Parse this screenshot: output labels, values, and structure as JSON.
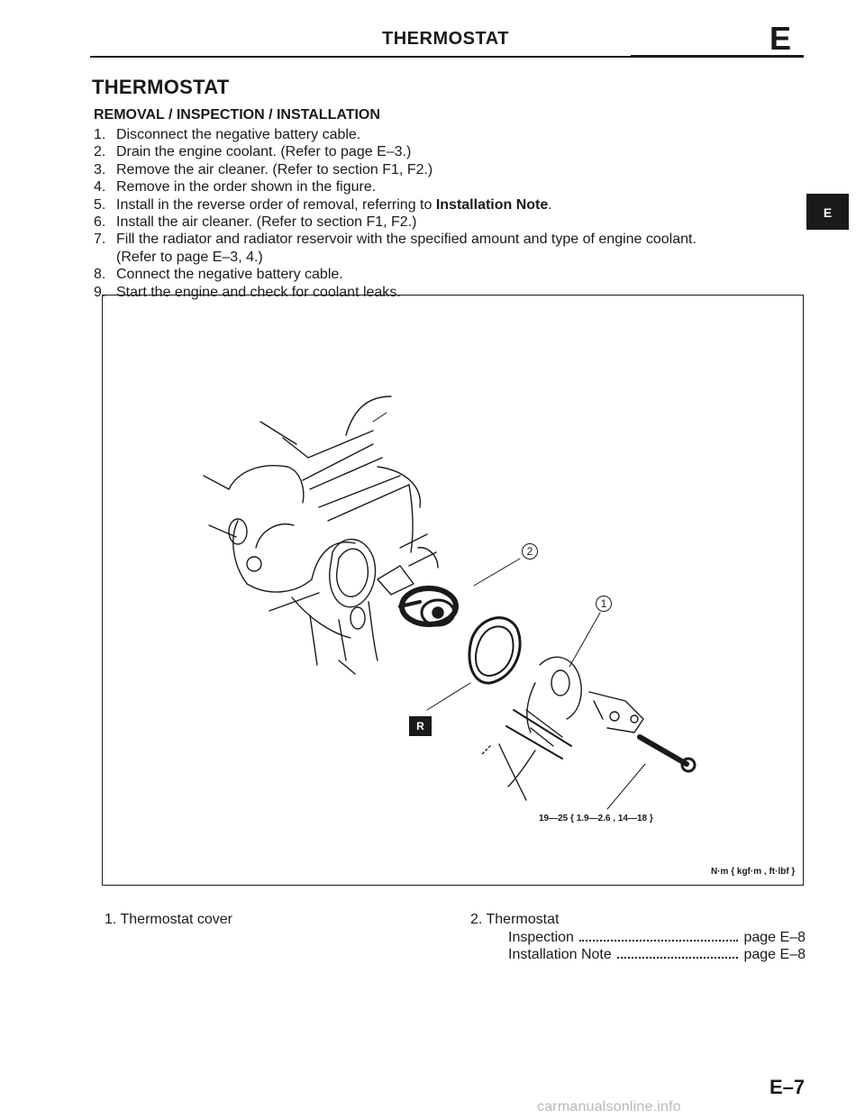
{
  "header": {
    "title": "THERMOSTAT",
    "section_letter": "E"
  },
  "main_title": "THERMOSTAT",
  "section_title": "REMOVAL / INSPECTION / INSTALLATION",
  "steps": [
    {
      "num": "1.",
      "text": "Disconnect the negative battery cable."
    },
    {
      "num": "2.",
      "text": "Drain the engine coolant. (Refer to page E–3.)"
    },
    {
      "num": "3.",
      "text": "Remove the air cleaner. (Refer to section F1, F2.)"
    },
    {
      "num": "4.",
      "text": "Remove in the order shown in the figure."
    },
    {
      "num": "5.",
      "text": "Install in the reverse order of removal, referring to ",
      "bold": "Installation Note",
      "tail": "."
    },
    {
      "num": "6.",
      "text": "Install the air cleaner. (Refer to section F1, F2.)"
    },
    {
      "num": "7.",
      "text": "Fill the radiator and radiator reservoir with the specified amount and type of engine coolant."
    },
    {
      "cont": "(Refer to page E–3, 4.)"
    },
    {
      "num": "8.",
      "text": "Connect the negative battery cable."
    },
    {
      "num": "9.",
      "text": "Start the engine and check for coolant leaks."
    }
  ],
  "side_tab": "E",
  "figure": {
    "callout_1": "1",
    "callout_2": "2",
    "r_badge": "R",
    "torque": "19—25 { 1.9—2.6 , 14—18 }",
    "units": "N·m { kgf·m , ft·lbf }"
  },
  "legend": {
    "item1": "1.  Thermostat cover",
    "item2": "2.  Thermostat",
    "item2_rows": [
      {
        "label": "Inspection",
        "page": "page E–8"
      },
      {
        "label": "Installation Note",
        "page": "page E–8"
      }
    ]
  },
  "page_number": "E–7",
  "watermark": "carmanualsonline.info"
}
